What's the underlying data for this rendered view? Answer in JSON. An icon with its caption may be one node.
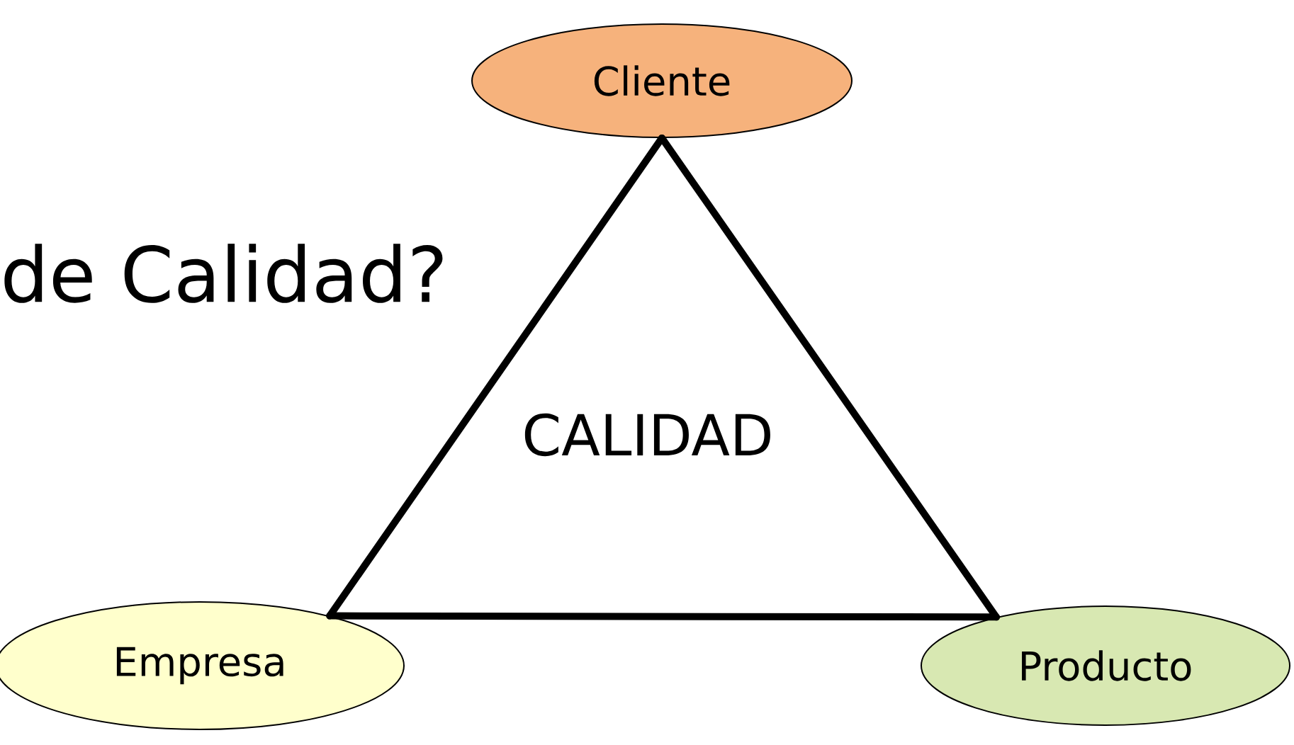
{
  "diagram": {
    "nodes": [
      {
        "text": [
          "Cliente"
        ]
      },
      {
        "text": [
          "Empresa"
        ]
      },
      {
        "text": [
          "Producto"
        ]
      }
    ],
    "edges": [
      {
        "from": 0,
        "to": 1,
        "arrow": "none"
      },
      {
        "from": 1,
        "to": 2,
        "arrow": "none"
      },
      {
        "from": 2,
        "to": 0,
        "arrow": "none"
      }
    ],
    "labels": [
      "de Calidad?",
      "CALIDAD"
    ]
  }
}
